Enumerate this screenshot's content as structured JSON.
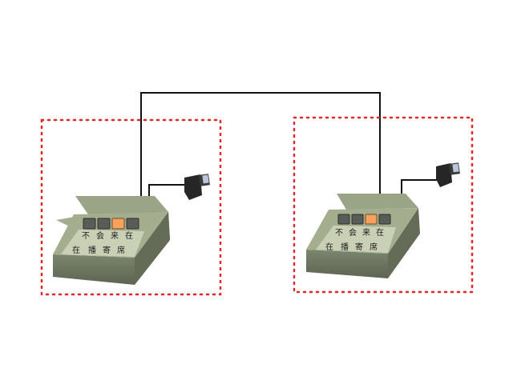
{
  "colors": {
    "boundary": "#e2252b",
    "wire": "#111111",
    "device_body": "#8f9a80",
    "device_front": "#6f7763",
    "device_panel": "#c7cfb4",
    "button_dark": "#5a5d58",
    "button_lit": "#f4a25d",
    "headset": "#2a2a2a"
  },
  "devices": [
    {
      "row1_labels": [
        "不",
        "会",
        "来",
        "在"
      ],
      "row2_labels": [
        "在",
        "播",
        "寄",
        "席"
      ],
      "lit_button": 2
    },
    {
      "row1_labels": [
        "不",
        "会",
        "来",
        "在"
      ],
      "row2_labels": [
        "在",
        "播",
        "寄",
        "席"
      ],
      "lit_button": 2
    }
  ],
  "icons": {
    "device": "intercom-desk-unit-icon",
    "headset": "headset-connector-icon"
  }
}
